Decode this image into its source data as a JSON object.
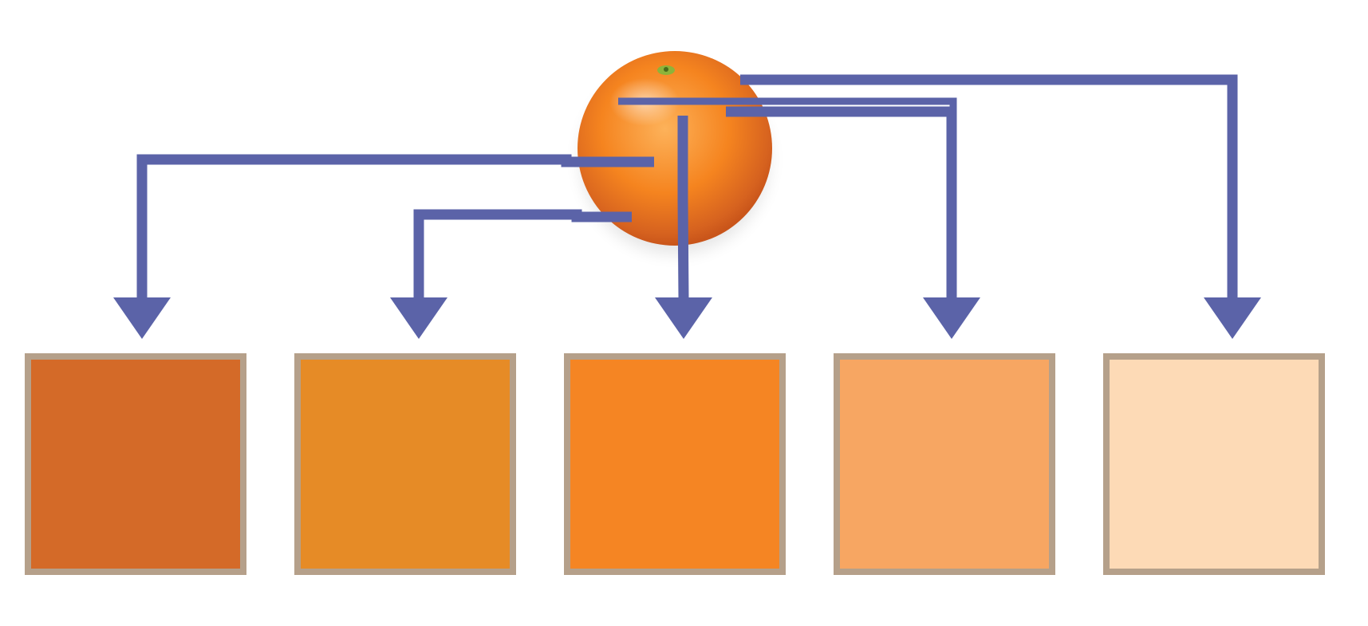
{
  "source": {
    "icon": "orange-fruit",
    "colors": {
      "highlight": "#FDB25A",
      "mid": "#F5841F",
      "shadow": "#D6621F",
      "edge": "#C9551A",
      "stem": "#8DB33A",
      "stem_center": "#4A6B1A"
    }
  },
  "arrow_color": "#5B63A8",
  "swatch_border": "#B5A08A",
  "swatches": [
    {
      "name": "swatch-1",
      "color": "#D46A28"
    },
    {
      "name": "swatch-2",
      "color": "#E68B26"
    },
    {
      "name": "swatch-3",
      "color": "#F58523"
    },
    {
      "name": "swatch-4",
      "color": "#F7A662"
    },
    {
      "name": "swatch-5",
      "color": "#FDDAB6"
    }
  ]
}
